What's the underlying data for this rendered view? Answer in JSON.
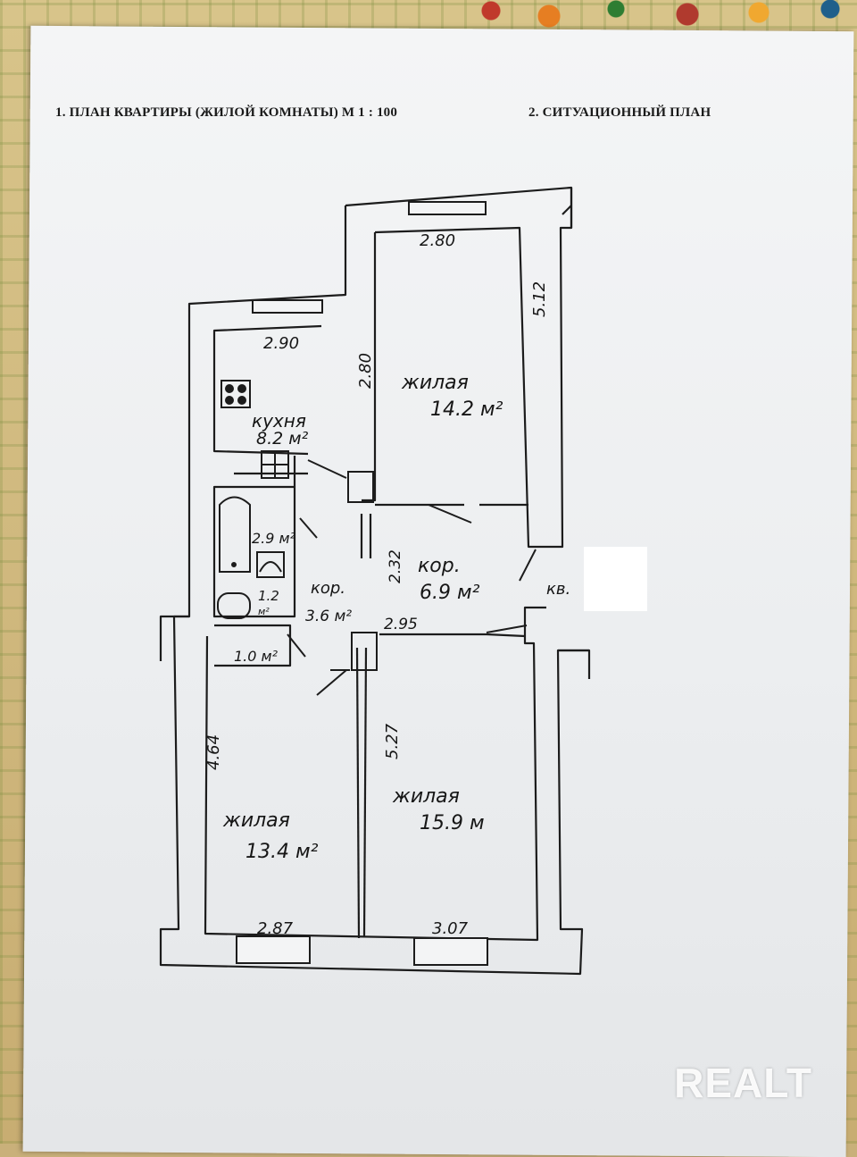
{
  "document": {
    "heading_left": "1. ПЛАН КВАРТИРЫ (ЖИЛОЙ КОМНАТЫ) М 1 : 100",
    "heading_right": "2. СИТУАЦИОННЫЙ ПЛАН"
  },
  "plan": {
    "kitchen": {
      "name": "кухня",
      "area": "8.2 м²",
      "width": "2.90",
      "depth": "2.80"
    },
    "living_top": {
      "name": "жилая",
      "area": "14.2 м²",
      "width": "2.80",
      "depth": "5.12"
    },
    "bath": {
      "area": "2.9 м²"
    },
    "toilet": {
      "area": "1.2",
      "unit": "м²"
    },
    "storage": {
      "area": "1.0 м²"
    },
    "corridor_small": {
      "name": "кор.",
      "area": "3.6 м²"
    },
    "corridor_main": {
      "name": "кор.",
      "area": "6.9 м²",
      "dim_side": "2.32",
      "dim_bottom": "2.95"
    },
    "stair": {
      "label": "кв."
    },
    "living_left": {
      "name": "жилая",
      "area": "13.4 м²",
      "width": "2.87",
      "depth": "4.64"
    },
    "living_right": {
      "name": "жилая",
      "area": "15.9 м",
      "width": "3.07",
      "depth": "5.27"
    }
  },
  "brand": {
    "watermark": "REALT"
  }
}
